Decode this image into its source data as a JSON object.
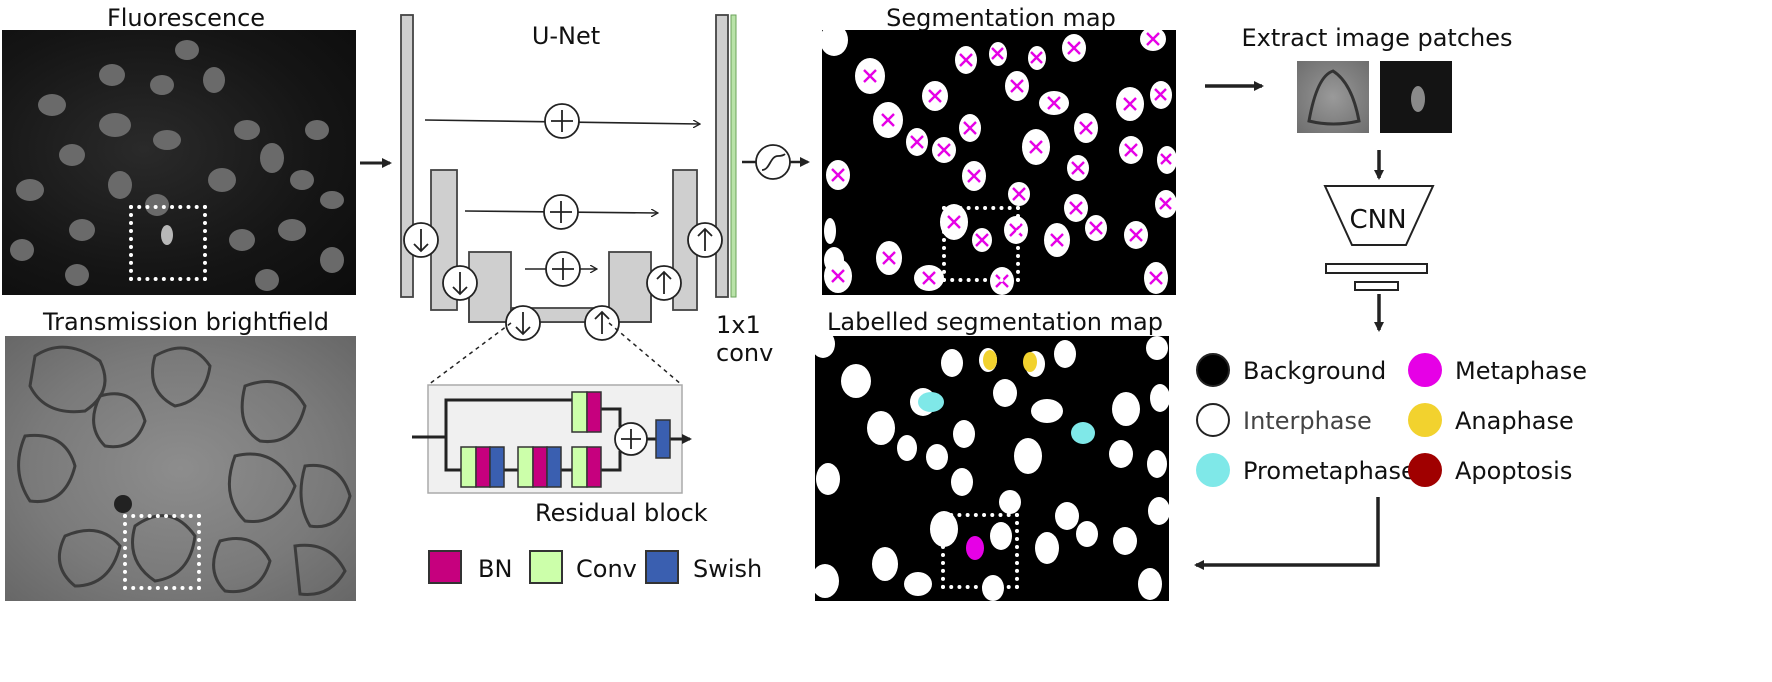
{
  "panels": {
    "fluorescence": "Fluorescence",
    "brightfield": "Transmission brightfield",
    "segmentation": "Segmentation map",
    "labelled": "Labelled segmentation map"
  },
  "unet": {
    "title": "U-Net",
    "conv_line1": "1x1",
    "conv_line2": "conv",
    "residual_caption": "Residual block"
  },
  "blocks_legend": [
    {
      "label": "BN",
      "color": "#c6007e"
    },
    {
      "label": "Conv",
      "color": "#ccffaa"
    },
    {
      "label": "Swish",
      "color": "#3a5fb0"
    }
  ],
  "patches": {
    "title": "Extract image patches",
    "cnn": "CNN"
  },
  "classes": [
    {
      "label": "Background",
      "color": "#000000"
    },
    {
      "label": "Interphase",
      "color": "#ffffff"
    },
    {
      "label": "Prometaphase",
      "color": "#7fe8e8"
    },
    {
      "label": "Metaphase",
      "color": "#e600e6"
    },
    {
      "label": "Anaphase",
      "color": "#f2d22e"
    },
    {
      "label": "Apoptosis",
      "color": "#a00000"
    }
  ]
}
